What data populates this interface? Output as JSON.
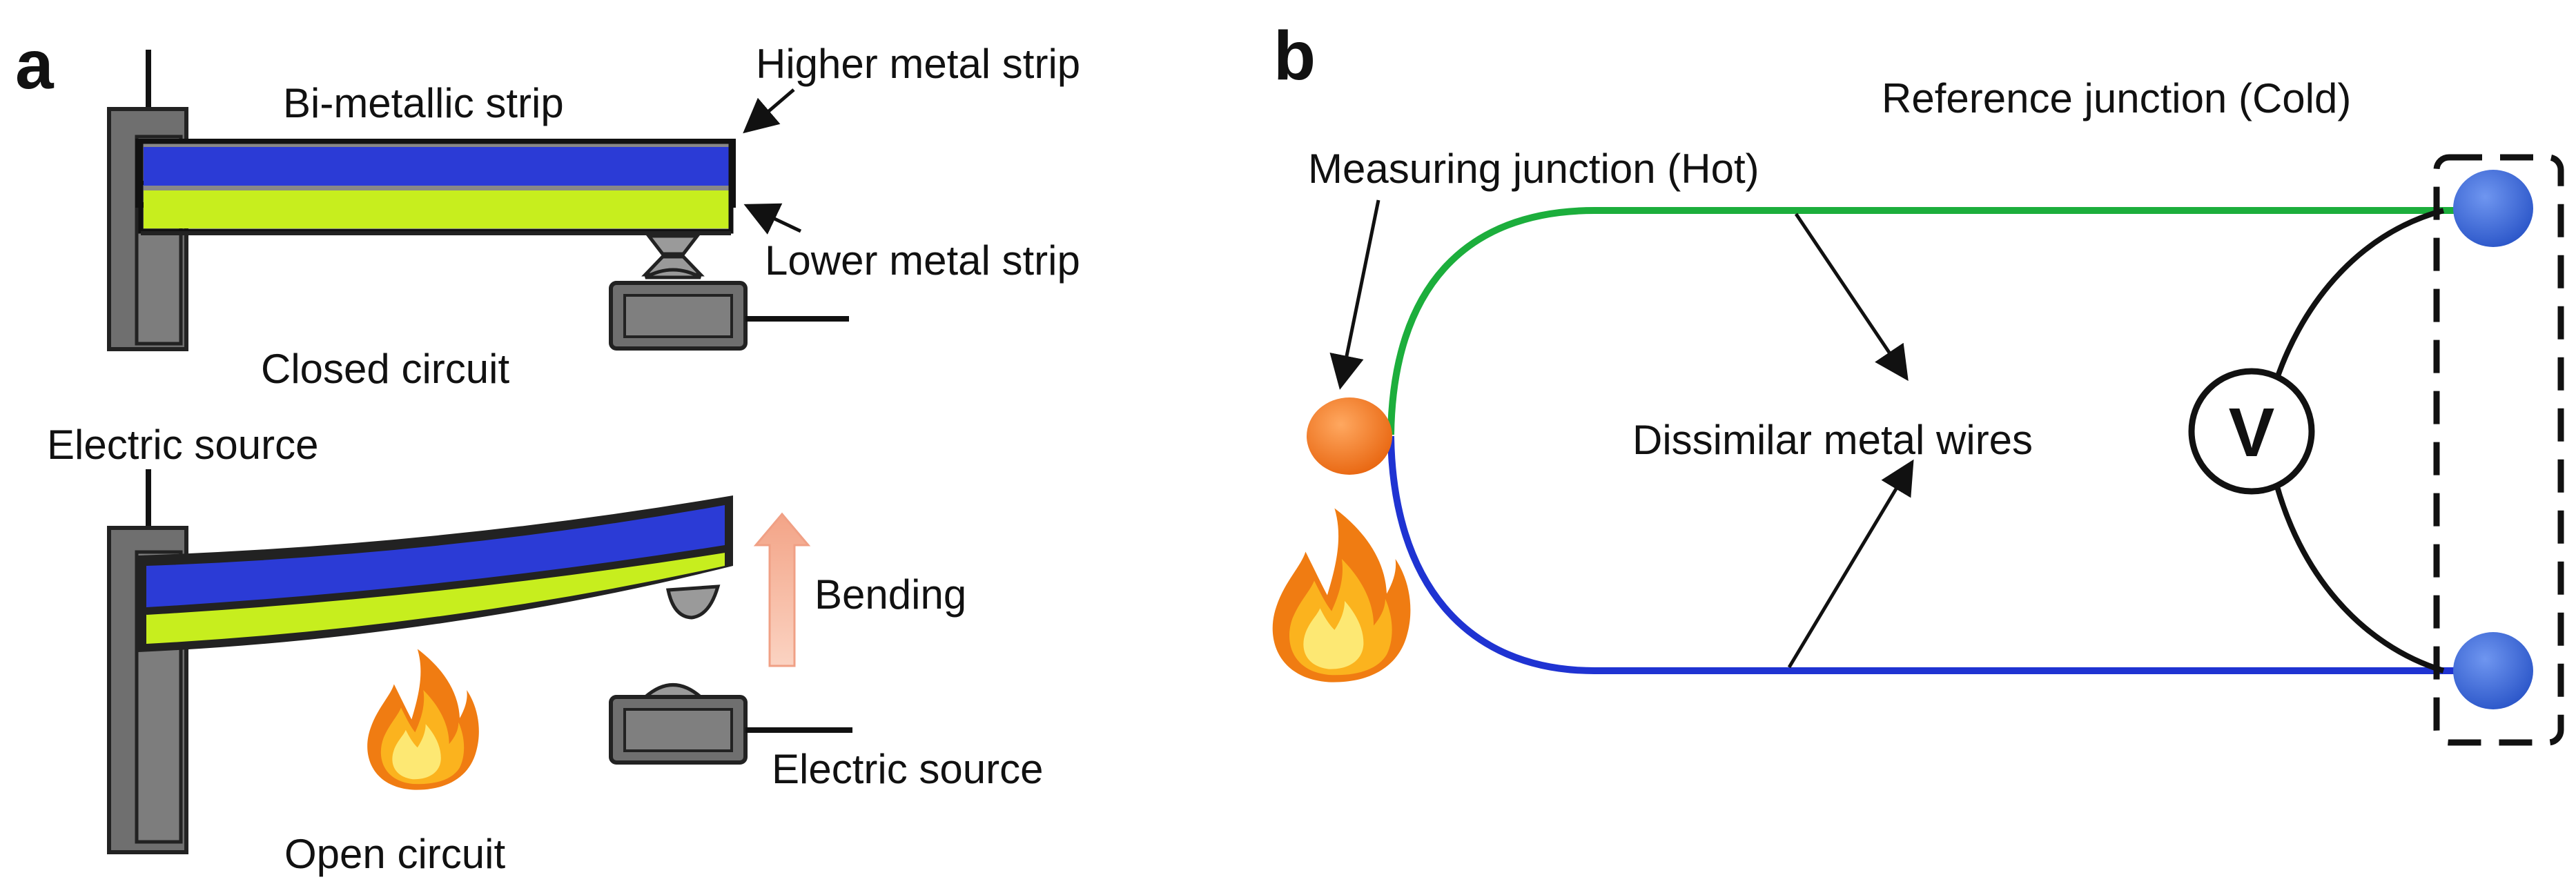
{
  "panel_a": {
    "letter": "a",
    "top": {
      "title": "Bi-metallic strip",
      "higher_strip_label": "Higher metal strip",
      "lower_strip_label": "Lower metal strip",
      "state_label": "Closed circuit"
    },
    "bottom": {
      "source_left_label": "Electric source",
      "bending_label": "Bending",
      "source_right_label": "Electric source",
      "state_label": "Open circuit"
    }
  },
  "panel_b": {
    "letter": "b",
    "reference_junction_label": "Reference junction (Cold)",
    "measuring_junction_label": "Measuring junction (Hot)",
    "wires_label": "Dissimilar metal wires",
    "voltmeter_symbol": "V"
  },
  "colors": {
    "upper_metal": "#2b3bd6",
    "lower_metal": "#c7ee1e",
    "frame_gray": "#6f6f6f",
    "wire_green": "#1cae3c",
    "wire_blue": "#1f33d2",
    "hot_junction": "#f07a1c",
    "cold_junction": "#3a66d8",
    "bending_arrow": "#f6b7a0"
  },
  "icons": [
    "flame-icon",
    "voltmeter-icon",
    "arrow-up-icon"
  ]
}
